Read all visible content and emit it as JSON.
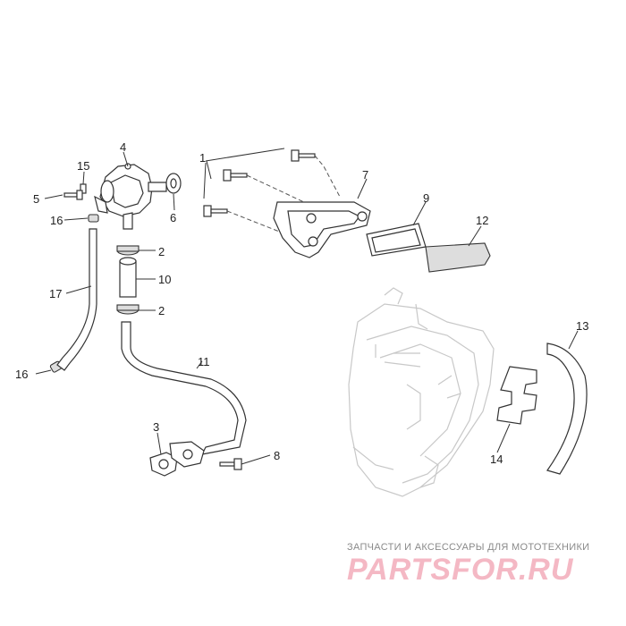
{
  "callouts": {
    "c1": "1",
    "c2a": "2",
    "c2b": "2",
    "c3": "3",
    "c4": "4",
    "c5": "5",
    "c6": "6",
    "c7": "7",
    "c8": "8",
    "c9": "9",
    "c10": "10",
    "c11": "11",
    "c12": "12",
    "c13": "13",
    "c14": "14",
    "c15": "15",
    "c16a": "16",
    "c16b": "16",
    "c17": "17"
  },
  "watermark": {
    "tagline": "ЗАПЧАСТИ И АКСЕССУАРЫ ДЛЯ МОТОТЕХНИКИ",
    "logo": "PARTSFOR.RU"
  }
}
